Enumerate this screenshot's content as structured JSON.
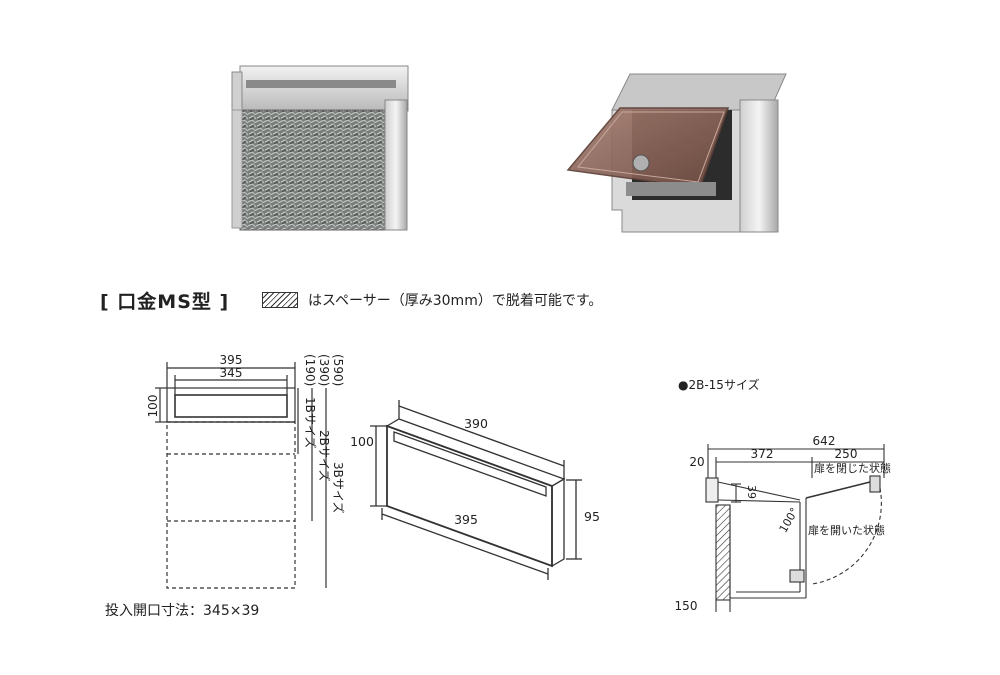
{
  "heading": "[ 口金MS型 ]",
  "spacer_note": "はスペーサー（厚み30mm）で脱着可能です。",
  "opening_note": "投入開口寸法：345×39",
  "front_view": {
    "dim_top_outer": "395",
    "dim_top_inner": "345",
    "dim_left": "100",
    "size_1b_value": "(190)",
    "size_2b_value": "(390)",
    "size_3b_value": "(590)",
    "size_1b_label": "1Bサイズ",
    "size_2b_label": "2Bサイズ",
    "size_3b_label": "3Bサイズ"
  },
  "iso_view": {
    "dim_top": "390",
    "dim_bottom": "395",
    "dim_left": "100",
    "dim_right": "95"
  },
  "section_view": {
    "title": "●2B-15サイズ",
    "dim_total": "642",
    "dim_20": "20",
    "dim_372": "372",
    "dim_250": "250",
    "dim_39": "39",
    "dim_100deg": "100°",
    "dim_150": "150",
    "label_closed": "扉を閉じた状態",
    "label_open": "扉を開いた状態"
  },
  "colors": {
    "line": "#333333",
    "steel_light": "#e4e4e4",
    "steel_dark": "#9a9a9a",
    "door_tint": "#8c6658"
  }
}
